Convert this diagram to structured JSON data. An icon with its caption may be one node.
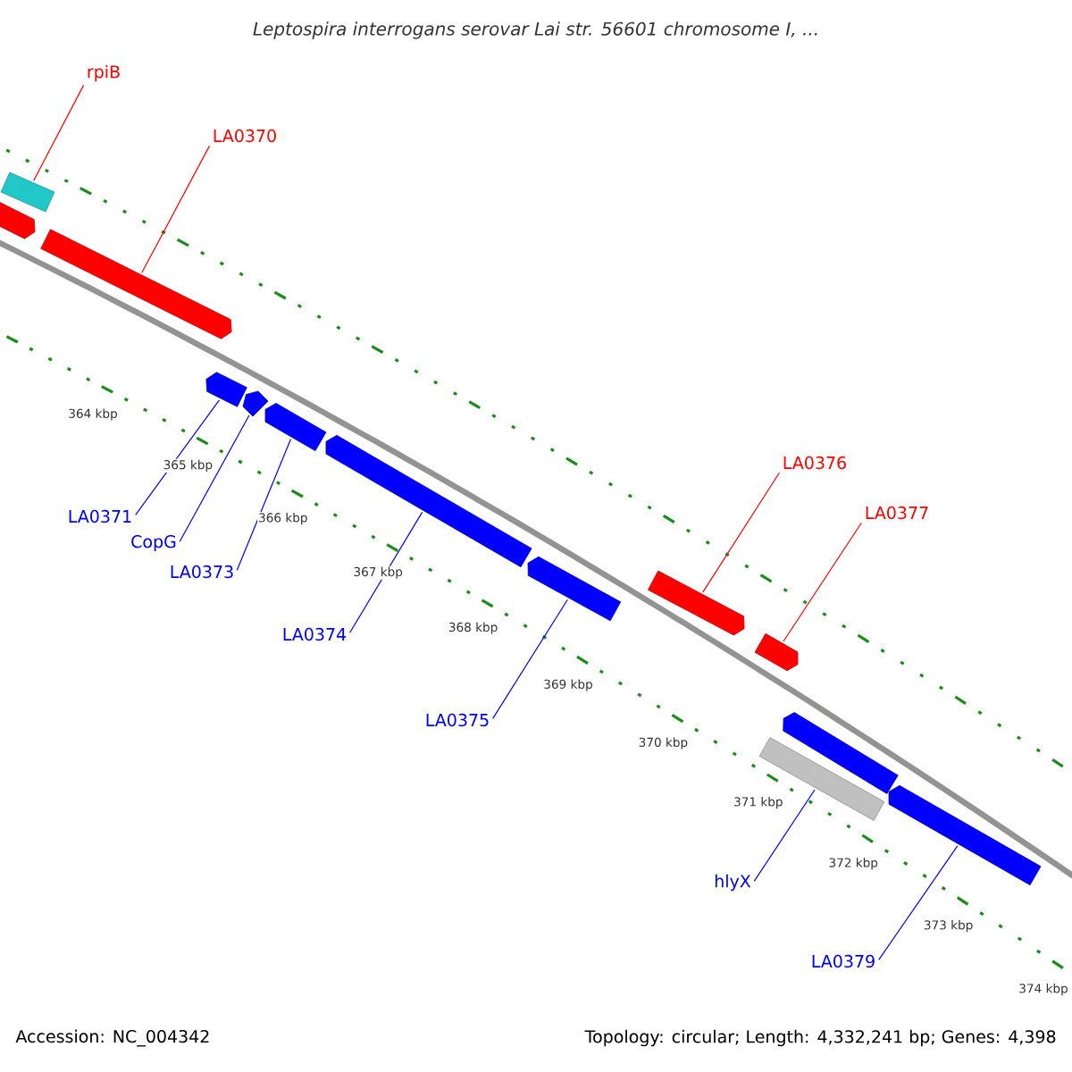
{
  "diagram": {
    "title": "Leptospira interrogans serovar Lai str. 56601 chromosome I, ...",
    "nodes": [
      {
        "text": [
          "rpiB"
        ]
      },
      {
        "text": [],
        "shape": "arrow"
      },
      {
        "text": [
          "LA0370"
        ]
      },
      {
        "text": [],
        "shape": "arrow"
      },
      {
        "text": [],
        "shape": "arrow"
      },
      {
        "text": [
          "LA0371"
        ]
      },
      {
        "text": [],
        "shape": "arrow"
      },
      {
        "text": [
          "CopG"
        ]
      },
      {
        "text": [],
        "shape": "arrow"
      },
      {
        "text": [
          "LA0373"
        ]
      },
      {
        "text": [],
        "shape": "arrow"
      },
      {
        "text": [
          "LA0374"
        ]
      },
      {
        "text": [],
        "shape": "arrow"
      },
      {
        "text": [
          "LA0375"
        ]
      },
      {
        "text": [],
        "shape": "arrow"
      },
      {
        "text": [
          "LA0376"
        ]
      },
      {
        "text": [],
        "shape": "arrow"
      },
      {
        "text": [
          "LA0377"
        ]
      },
      {
        "text": [],
        "shape": "arrow"
      },
      {
        "text": [
          "hlyX"
        ]
      },
      {
        "text": [],
        "shape": "arrow"
      },
      {
        "text": [],
        "shape": "arrow"
      },
      {
        "text": [
          "LA0379"
        ]
      },
      {
        "text": [],
        "shape": "arrow"
      }
    ],
    "edges": [
      {
        "from": 0,
        "to": 1,
        "arrow": "none",
        "color": "#ff0000"
      },
      {
        "from": 2,
        "to": 3,
        "arrow": "none",
        "color": "#ff0000"
      },
      {
        "from": 5,
        "to": 6,
        "arrow": "none"
      },
      {
        "from": 7,
        "to": 8,
        "arrow": "none"
      },
      {
        "from": 9,
        "to": 10,
        "arrow": "none"
      },
      {
        "from": 11,
        "to": 12,
        "arrow": "none"
      },
      {
        "from": 13,
        "to": 14,
        "arrow": "none"
      },
      {
        "from": 15,
        "to": 16,
        "arrow": "none",
        "color": "#ff0000"
      },
      {
        "from": 17,
        "to": 18,
        "arrow": "none",
        "color": "#ff0000"
      },
      {
        "from": 19,
        "to": 20,
        "arrow": "none"
      },
      {
        "from": 22,
        "to": 23,
        "arrow": "none"
      }
    ],
    "labels": [
      "364 kbp",
      "365 kbp",
      "366 kbp",
      "367 kbp",
      "368 kbp",
      "369 kbp",
      "370 kbp",
      "371 kbp",
      "372 kbp",
      "373 kbp",
      "374 kbp",
      "Accession: NC_004342",
      "Topology: circular; Length: 4,332,241 bp; Genes: 4,398"
    ]
  }
}
